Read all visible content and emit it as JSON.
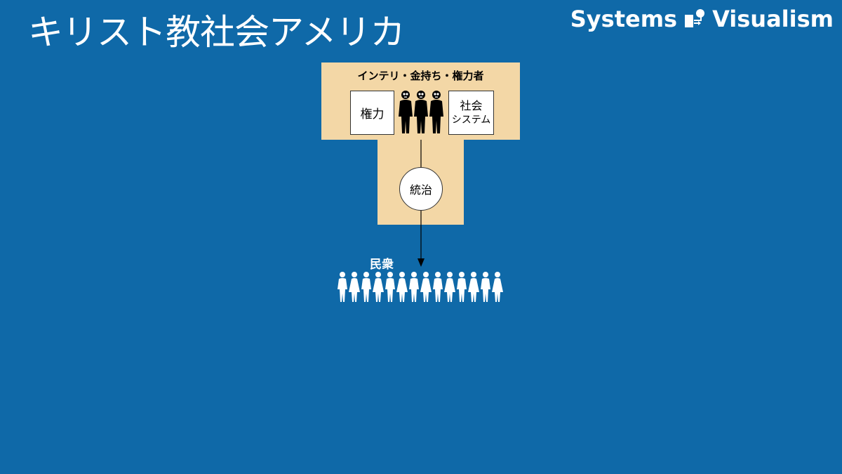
{
  "title": "キリスト教社会アメリカ",
  "brand": {
    "left": "Systems",
    "right": "Visualism",
    "icon": "systems-visualism-logo-icon"
  },
  "elite": {
    "label": "インテリ・金持ち・権力者",
    "power_box": "権力",
    "system_box_line1": "社会",
    "system_box_line2": "システム",
    "rulers_icon": "skull-people-icon"
  },
  "govern": {
    "label": "統治"
  },
  "people": {
    "label": "民衆",
    "crowd_icon": "person-icon",
    "count": 14
  },
  "colors": {
    "background": "#0f69a8",
    "elite_fill": "#f3d7a6",
    "text_light": "#ffffff",
    "text_dark": "#000000"
  }
}
